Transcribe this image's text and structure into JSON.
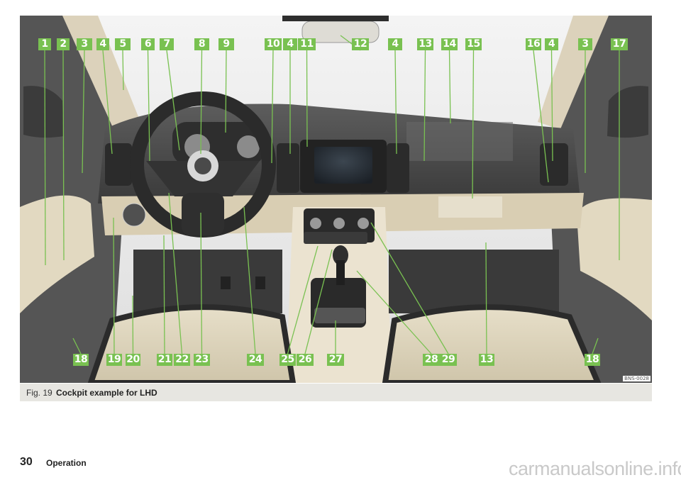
{
  "figure": {
    "callouts": [
      "1",
      "2",
      "3",
      "4",
      "5",
      "6",
      "7",
      "8",
      "9",
      "10",
      "4",
      "11",
      "12",
      "4",
      "13",
      "14",
      "15",
      "16",
      "4",
      "3",
      "17",
      "18",
      "19",
      "20",
      "21",
      "22",
      "23",
      "24",
      "25",
      "26",
      "27",
      "28",
      "29",
      "13",
      "18"
    ],
    "code": "BNS-0028"
  },
  "caption": {
    "number": "Fig. 19",
    "title": "Cockpit example for LHD"
  },
  "footer": {
    "page_number": "30",
    "section": "Operation",
    "watermark": "carmanualsonline.info"
  },
  "colors": {
    "callout": "#79c151",
    "dashboard": "#4a4a4a",
    "trim": "#e5dcc6"
  }
}
